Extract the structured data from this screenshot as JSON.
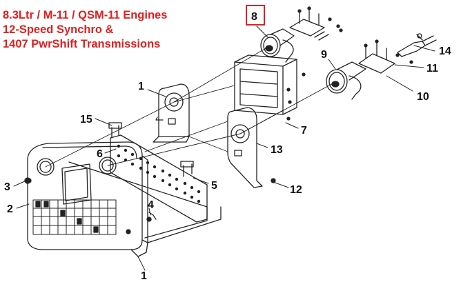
{
  "title_lines": [
    "8.3Ltr / M-11 / QSM-11 Engines",
    "12-Speed Synchro &",
    "1407 PwrShift Transmissions"
  ],
  "highlight_color": "#e02020",
  "callouts": {
    "c8": "8",
    "c14": "14",
    "c9": "9",
    "c11": "11",
    "c10": "10",
    "c1_top": "1",
    "c15": "15",
    "c7": "7",
    "c13": "13",
    "c6": "6",
    "c3": "3",
    "c5": "5",
    "c12": "12",
    "c4": "4",
    "c2": "2",
    "c1_bottom": "1"
  },
  "highlighted_part": "8"
}
